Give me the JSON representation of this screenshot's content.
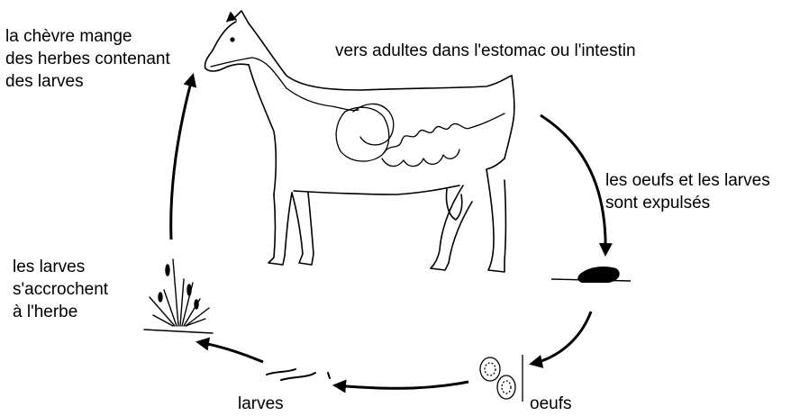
{
  "labels": {
    "goat_eats": [
      "la chèvre mange",
      "des herbes contenant",
      "des larves"
    ],
    "adult_worms": "vers adultes dans l'estomac ou l'intestin",
    "expelled": [
      "les oeufs et les larves",
      "sont expulsés"
    ],
    "cling": [
      "les larves",
      "s'accrochent",
      "à l'herbe"
    ],
    "larvae": "larves",
    "eggs": "oeufs"
  },
  "colors": {
    "ink": "#000000",
    "background": "#ffffff"
  }
}
